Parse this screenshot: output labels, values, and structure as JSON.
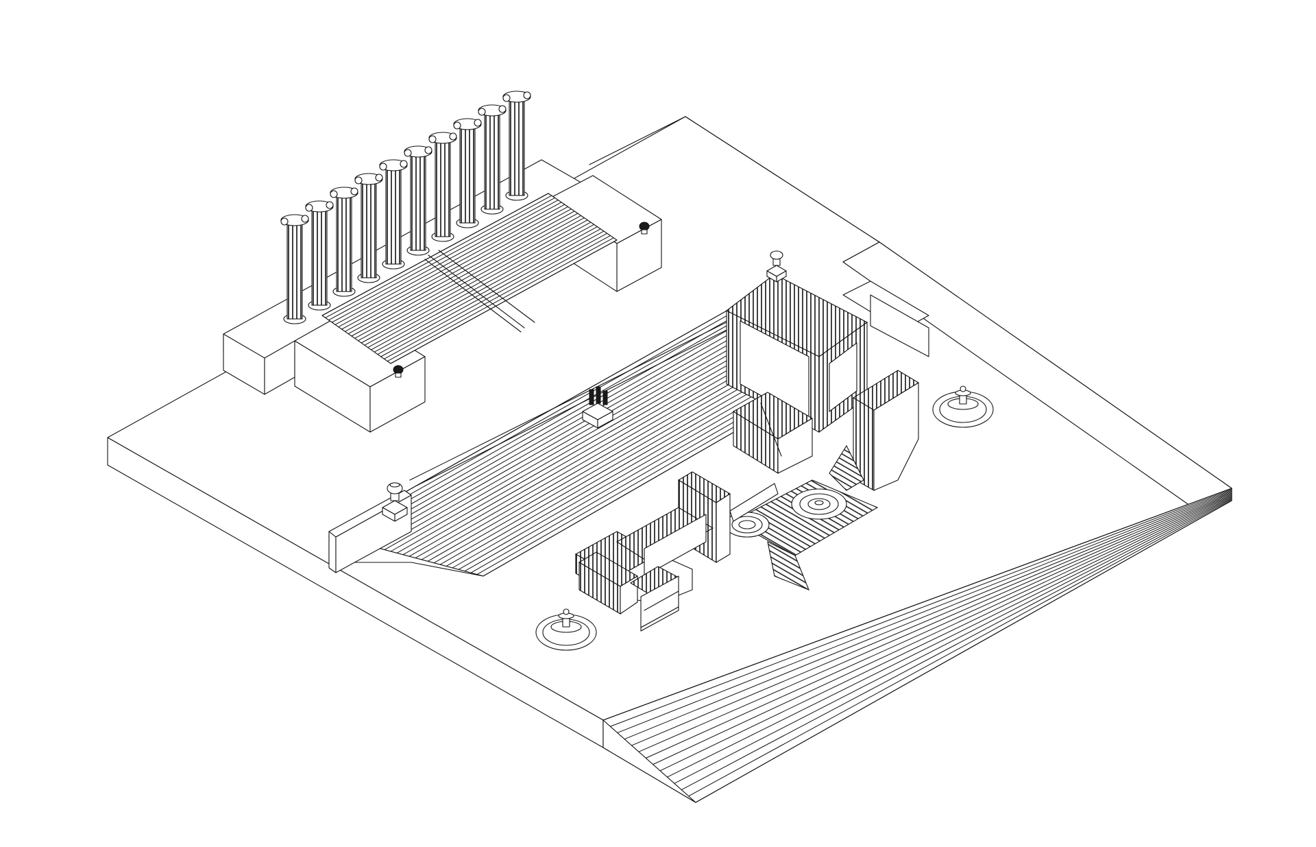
{
  "drawing": {
    "colors": {
      "background": "#ffffff",
      "line": "#111111",
      "fill": "#ffffff",
      "dark": "#1a1a1a"
    },
    "elements": [
      "plinth",
      "colonnade",
      "grand-stair",
      "central-stair",
      "right-ramp",
      "sculptural-object",
      "fountain",
      "fountain",
      "urn",
      "urn",
      "urn",
      "urn",
      "sculpture"
    ]
  }
}
